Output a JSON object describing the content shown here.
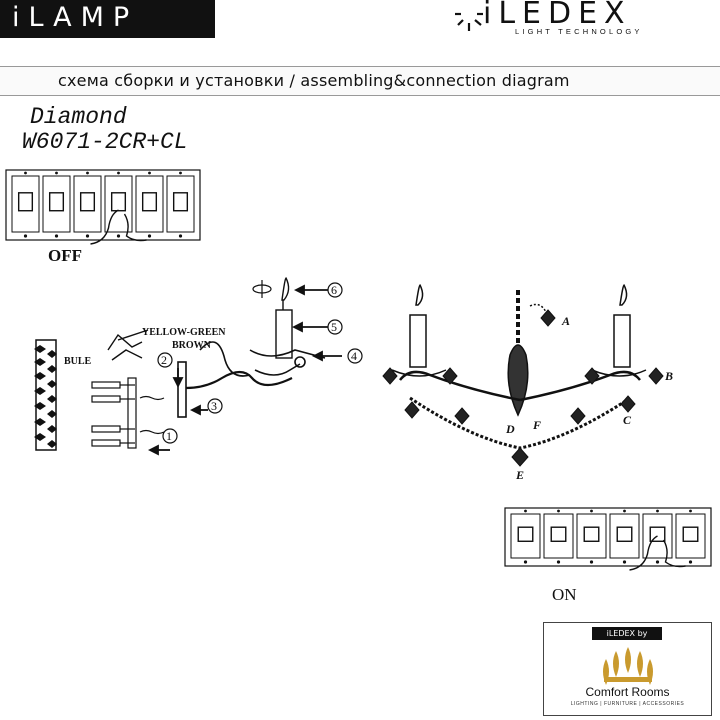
{
  "header": {
    "ilamp_logo": "iLAMP",
    "iledex_logo": "iLEDEX",
    "iledex_tagline": "LIGHT TECHNOLOGY",
    "title": "схема сборки и установки / assembling&connection diagram"
  },
  "product": {
    "name": "Diamond",
    "code": "W6071-2CR+CL"
  },
  "switch": {
    "off_label": "OFF",
    "on_label": "ON",
    "key_count": 6
  },
  "wiring": {
    "yellow_green": "YELLOW-GREEN",
    "brown": "BROWN",
    "blue": "BULE"
  },
  "steps": [
    "1",
    "2",
    "3",
    "4",
    "5",
    "6"
  ],
  "parts": [
    "A",
    "B",
    "C",
    "D",
    "E",
    "F"
  ],
  "brand_box": {
    "top": "iLEDEX by",
    "name": "Comfort Rooms",
    "sub": "LIGHTING | FURNITURE | ACCESSORIES",
    "crown_color": "#c99a2e"
  }
}
